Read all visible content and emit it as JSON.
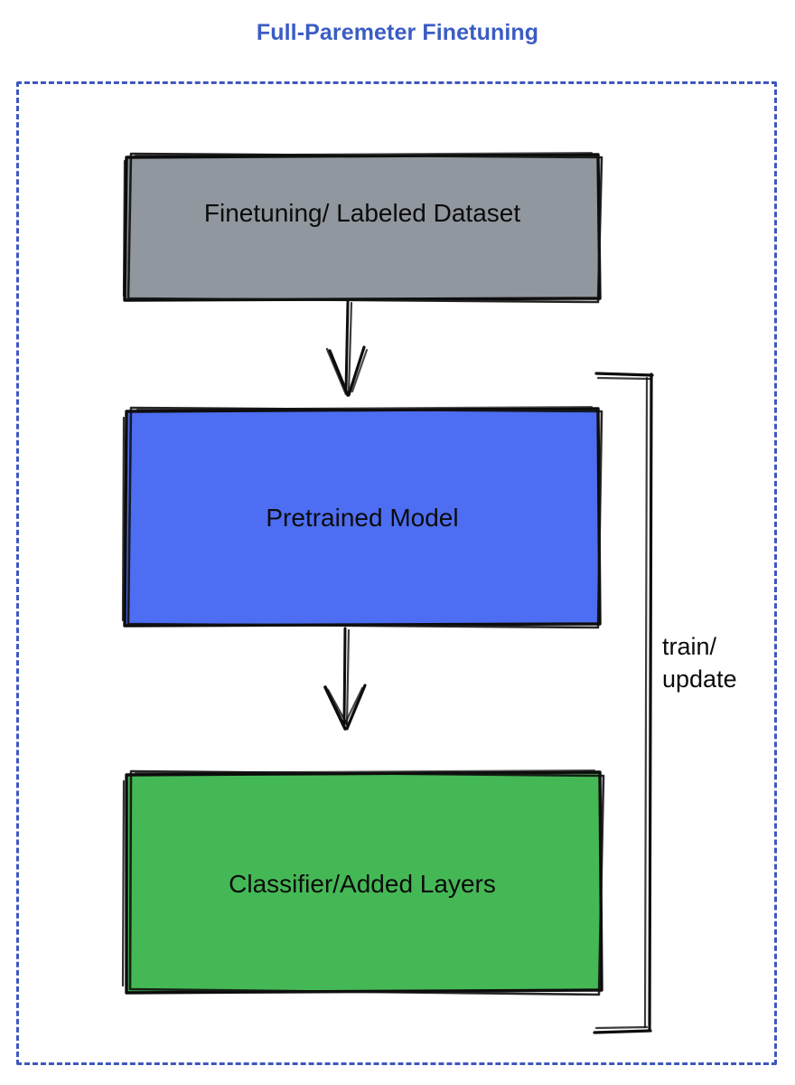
{
  "diagram": {
    "title": "Full-Paremeter Finetuning",
    "title_color": "#3b5cc4",
    "background_color": "#ffffff",
    "container": {
      "name": "dashed-boundary",
      "border_style": "dashed",
      "border_color": "#3f57bf"
    },
    "nodes": [
      {
        "id": "dataset",
        "label": "Finetuning/ Labeled Dataset",
        "fill_color": "#91979e",
        "stroke_color": "#111111",
        "shape": "rectangle",
        "order": 1
      },
      {
        "id": "model",
        "label": "Pretrained Model",
        "fill_color": "#4d6ef2",
        "stroke_color": "#111111",
        "shape": "rectangle",
        "order": 2
      },
      {
        "id": "classifier",
        "label": "Classifier/Added Layers",
        "fill_color": "#45b856",
        "stroke_color": "#111111",
        "shape": "rectangle",
        "order": 3
      }
    ],
    "edges": [
      {
        "id": "dataset-to-model",
        "from": "dataset",
        "to": "model",
        "label": "",
        "style": "arrow-down",
        "color": "#111111"
      },
      {
        "id": "model-to-classifier",
        "from": "model",
        "to": "classifier",
        "label": "",
        "style": "arrow-down",
        "color": "#111111"
      },
      {
        "id": "feedback-loop",
        "from": "classifier",
        "to": "model",
        "label": "train/\nupdate",
        "style": "bracket-loop-right",
        "color": "#111111"
      }
    ]
  }
}
